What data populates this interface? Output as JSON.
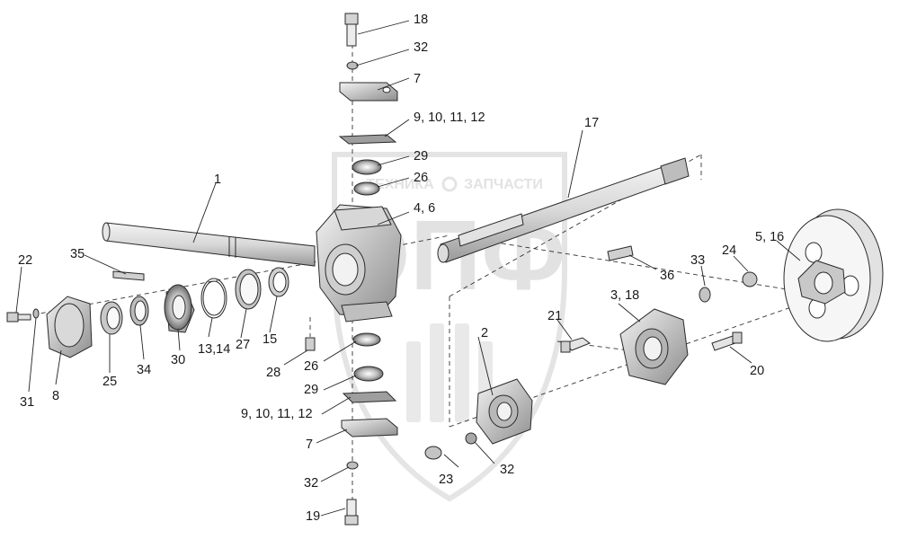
{
  "watermark": {
    "letters": "ОПФ",
    "caption_left": "ТЕХНИКА",
    "caption_right": "ЗАПЧАСТИ"
  },
  "labels": {
    "l1": "1",
    "l2": "2",
    "l3_18": "3, 18",
    "l4_6": "4, 6",
    "l5_16": "5, 16",
    "l7_top": "7",
    "l7_bottom": "7",
    "l8": "8",
    "l9_12_top": "9, 10, 11, 12",
    "l9_12_bottom": "9, 10, 11, 12",
    "l13_14": "13,14",
    "l15": "15",
    "l17": "17",
    "l18": "18",
    "l19": "19",
    "l20": "20",
    "l21": "21",
    "l22": "22",
    "l23": "23",
    "l24": "24",
    "l25": "25",
    "l26_top": "26",
    "l26_bottom": "26",
    "l27": "27",
    "l28": "28",
    "l29_top": "29",
    "l29_bottom": "29",
    "l30": "30",
    "l31": "31",
    "l32_top": "32",
    "l32_bottom": "32",
    "l32_right": "32",
    "l33": "33",
    "l34": "34",
    "l35": "35",
    "l36": "36"
  }
}
